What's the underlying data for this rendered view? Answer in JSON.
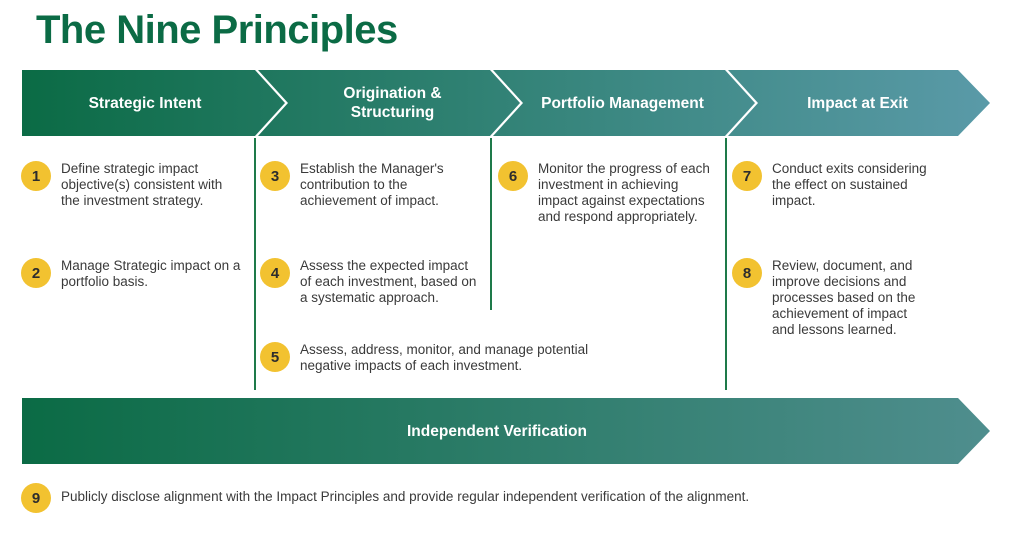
{
  "title": "The Nine Principles",
  "stages": [
    {
      "label": "Strategic Intent"
    },
    {
      "label": "Origination & Structuring"
    },
    {
      "label": "Portfolio Management"
    },
    {
      "label": "Impact at Exit"
    }
  ],
  "verification": {
    "label": "Independent Verification"
  },
  "principles": [
    {
      "number": "1",
      "text": "Define strategic impact objective(s) consistent with the investment strategy."
    },
    {
      "number": "2",
      "text": "Manage Strategic impact on a portfolio basis."
    },
    {
      "number": "3",
      "text": "Establish the Manager's contribution to the achievement of impact."
    },
    {
      "number": "4",
      "text": "Assess the expected impact of each investment, based on a systematic approach."
    },
    {
      "number": "5",
      "text": "Assess, address, monitor, and manage potential negative impacts of each investment."
    },
    {
      "number": "6",
      "text": "Monitor the progress of each investment in achieving impact against expectations and respond appropriately."
    },
    {
      "number": "7",
      "text": "Conduct exits considering the effect on sustained impact."
    },
    {
      "number": "8",
      "text": "Review, document, and improve decisions and processes based on the achievement of impact and lessons learned."
    },
    {
      "number": "9",
      "text": "Publicly disclose alignment with the Impact Principles and provide regular independent verification of the alignment."
    }
  ],
  "colors": {
    "title": "#0b6b45",
    "arrow_start": "#0b6b45",
    "arrow_end": "#5a9aa8",
    "badge": "#f2c230",
    "divider": "#1e7a4a"
  }
}
